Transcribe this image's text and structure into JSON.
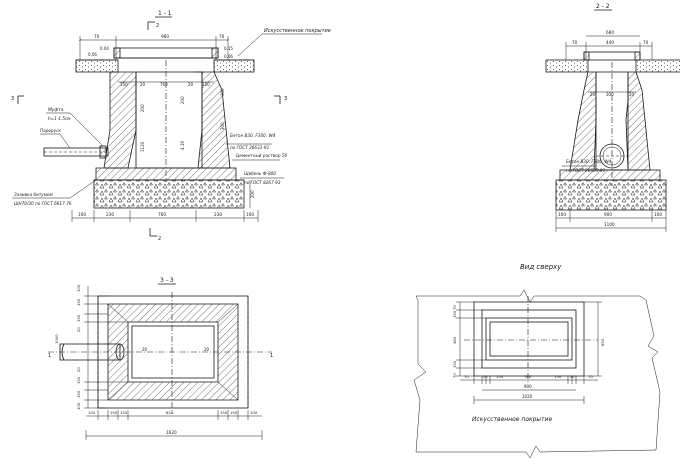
{
  "sections": {
    "s11": "1 - 1",
    "s22": "2 - 2",
    "s33": "3 - 3",
    "top_view": "Вид сверху"
  },
  "cut_marks": {
    "one": "1",
    "two": "2",
    "three": "3"
  },
  "notes": {
    "art_surface": "Искусственное покрытие",
    "art_surface_plan": "Искусственное покрытие",
    "sleeve": "Муфта",
    "sleeve_len": "h=1-1.5см",
    "pipe": "Пароруск",
    "bitumen1": "Заливка битумом",
    "bitumen2": "ШН70/30 по ГОСТ 6617-76",
    "concrete1": "Бетон В30, F300, W4",
    "concrete2": "по ГОСТ 26633-91",
    "mortar": "Цементный раствор 56",
    "gravel1": "Щебень Ф-800",
    "gravel2": "по ГОСТ 8267-93",
    "concrete_r1": "Бетон В30, F300, W4",
    "concrete_r2": "по ГОСТ 26633-91"
  },
  "dims": {
    "s11_top": [
      "70",
      "980",
      "70"
    ],
    "s11_left_v": [
      "0.06",
      "0.04"
    ],
    "s11_right_v": [
      "0.15",
      "0.06"
    ],
    "s11_inner": [
      "150",
      "20",
      "760",
      "20",
      "150"
    ],
    "s11_v": [
      "200",
      "1120",
      "200",
      "4.19",
      "300",
      "300",
      "200"
    ],
    "s11_bottom": [
      "100",
      "230",
      "760",
      "230",
      "100"
    ],
    "s22_top": [
      "680",
      "70",
      "440",
      "70"
    ],
    "s22_inner": [
      "20",
      "300",
      "20"
    ],
    "s22_bottom": [
      "100",
      "900",
      "100",
      "1100"
    ],
    "s33_v": [
      "100",
      "150",
      "150",
      "20",
      "1000",
      "20",
      "150",
      "150",
      "100"
    ],
    "s33_h": [
      "100",
      "150",
      "150",
      "820",
      "150",
      "150",
      "100"
    ],
    "s33_total": "1620",
    "s33_inner": [
      "20",
      "20"
    ],
    "plan_v": [
      "70",
      "150",
      "360",
      "150",
      "70",
      "650"
    ],
    "plan_h": [
      "70",
      "20",
      "150",
      "760",
      "150",
      "20",
      "70"
    ],
    "plan_900": "900",
    "plan_1020": "1020"
  }
}
